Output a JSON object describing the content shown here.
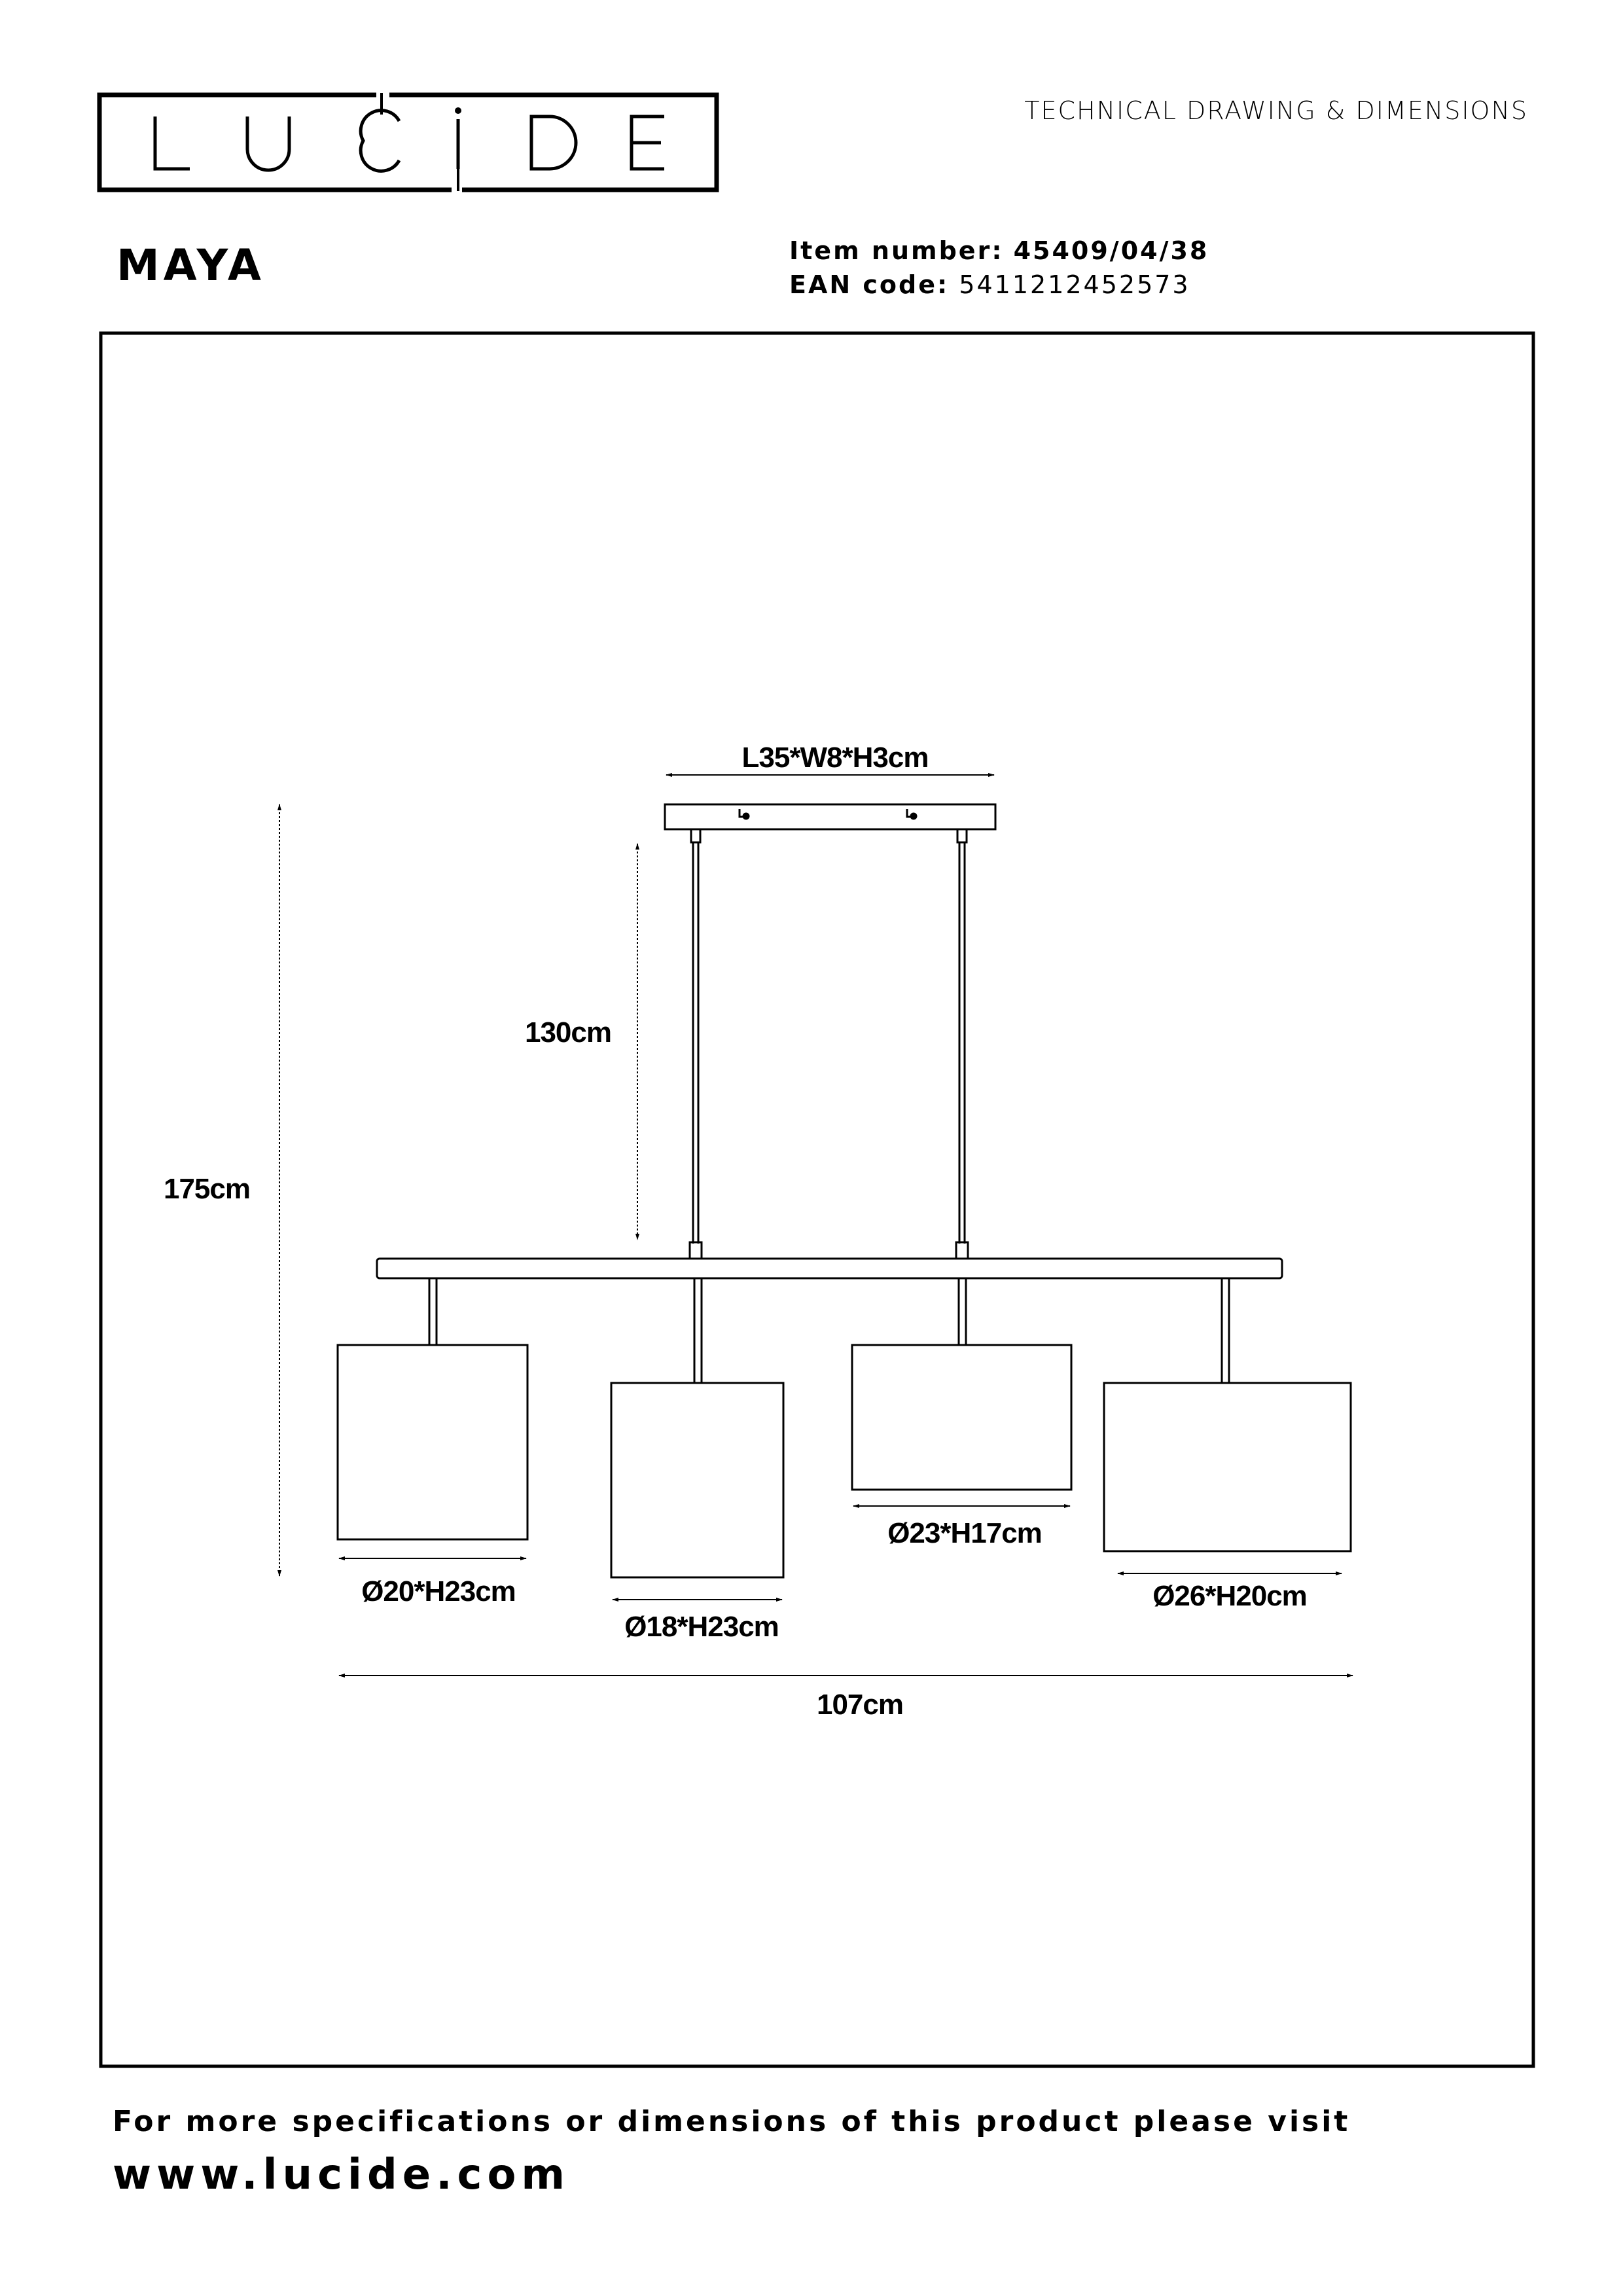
{
  "brand": {
    "logo_text": "LUCIDE",
    "logo_letters": [
      "L",
      "U",
      "C",
      "i",
      "D",
      "E"
    ]
  },
  "header": {
    "doc_type": "TECHNICAL DRAWING & DIMENSIONS",
    "product_name": "MAYA",
    "item_number_label": "Item number:",
    "item_number": "45409/04/38",
    "ean_label": "EAN code:",
    "ean": "5411212452573"
  },
  "drawing": {
    "canopy_dim": "L35*W8*H3cm",
    "cable_length": "130cm",
    "total_height": "175cm",
    "total_width": "107cm",
    "shades": [
      {
        "label": "Ø20*H23cm"
      },
      {
        "label": "Ø18*H23cm"
      },
      {
        "label": "Ø23*H17cm"
      },
      {
        "label": "Ø26*H20cm"
      }
    ]
  },
  "footer": {
    "note": "For more specifications or dimensions of this product please visit",
    "url": "www.lucide.com"
  }
}
